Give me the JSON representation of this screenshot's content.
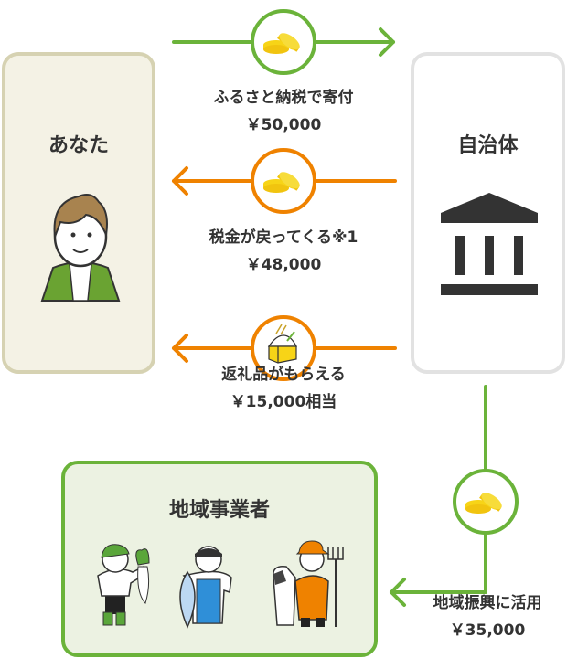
{
  "you": {
    "title": "あなた"
  },
  "municipality": {
    "title": "自治体"
  },
  "businesses": {
    "title": "地域事業者"
  },
  "flows": [
    {
      "label": "ふるさと納税で寄付",
      "amount": "￥50,000",
      "direction": "right",
      "color": "#6bb33a"
    },
    {
      "label": "税金が戻ってくる※1",
      "amount": "￥48,000",
      "direction": "left",
      "color": "#ef8200"
    },
    {
      "label": "返礼品がもらえる",
      "amount": "￥15,000相当",
      "direction": "left",
      "color": "#ef8200"
    },
    {
      "label": "地域振興に活用",
      "amount": "￥35,000",
      "direction": "left",
      "color": "#6bb33a"
    }
  ],
  "colors": {
    "green": "#6bb33a",
    "orange": "#ef8200",
    "coin": "#f7d417",
    "you_bg": "#f4f2e5",
    "biz_bg": "#ecf2e2"
  }
}
